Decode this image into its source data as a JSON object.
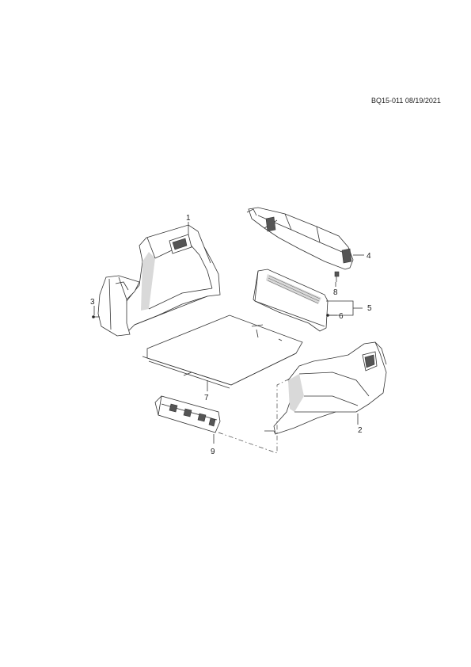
{
  "header": {
    "reference_code": "BQ15-011 08/19/2021"
  },
  "callouts": [
    {
      "id": "1",
      "label": "1"
    },
    {
      "id": "2",
      "label": "2"
    },
    {
      "id": "3",
      "label": "3"
    },
    {
      "id": "4",
      "label": "4"
    },
    {
      "id": "5",
      "label": "5"
    },
    {
      "id": "6",
      "label": "6"
    },
    {
      "id": "7",
      "label": "7"
    },
    {
      "id": "8",
      "label": "8"
    },
    {
      "id": "9",
      "label": "9"
    }
  ]
}
